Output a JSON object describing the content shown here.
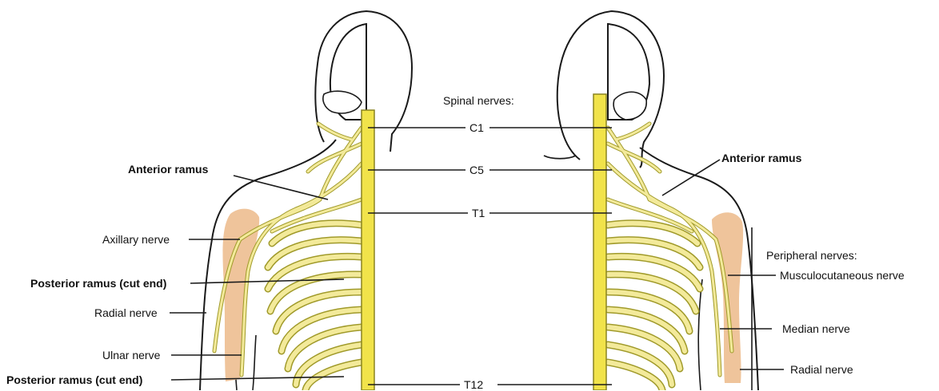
{
  "diagram": {
    "header": "Spinal nerves:",
    "spinal_levels": [
      "C1",
      "C5",
      "T1",
      "T12"
    ],
    "left_view": {
      "labels": {
        "anterior_ramus": "Anterior ramus",
        "axillary_nerve": "Axillary nerve",
        "posterior_ramus_1": "Posterior ramus (cut end)",
        "radial_nerve": "Radial nerve",
        "ulnar_nerve": "Ulnar nerve",
        "posterior_ramus_2": "Posterior ramus (cut end)"
      }
    },
    "right_view": {
      "labels": {
        "anterior_ramus": "Anterior ramus",
        "peripheral_header": "Peripheral nerves:",
        "musculocutaneous_nerve": "Musculocutaneous nerve",
        "median_nerve": "Median nerve",
        "radial_nerve": "Radial nerve"
      }
    },
    "colors": {
      "spinal_cord": "#f1e34a",
      "nerve": "#f3ea9a",
      "nerve_outline": "#a09a2a",
      "humerus": "#efc49b",
      "outline": "#1a1a1a"
    }
  }
}
